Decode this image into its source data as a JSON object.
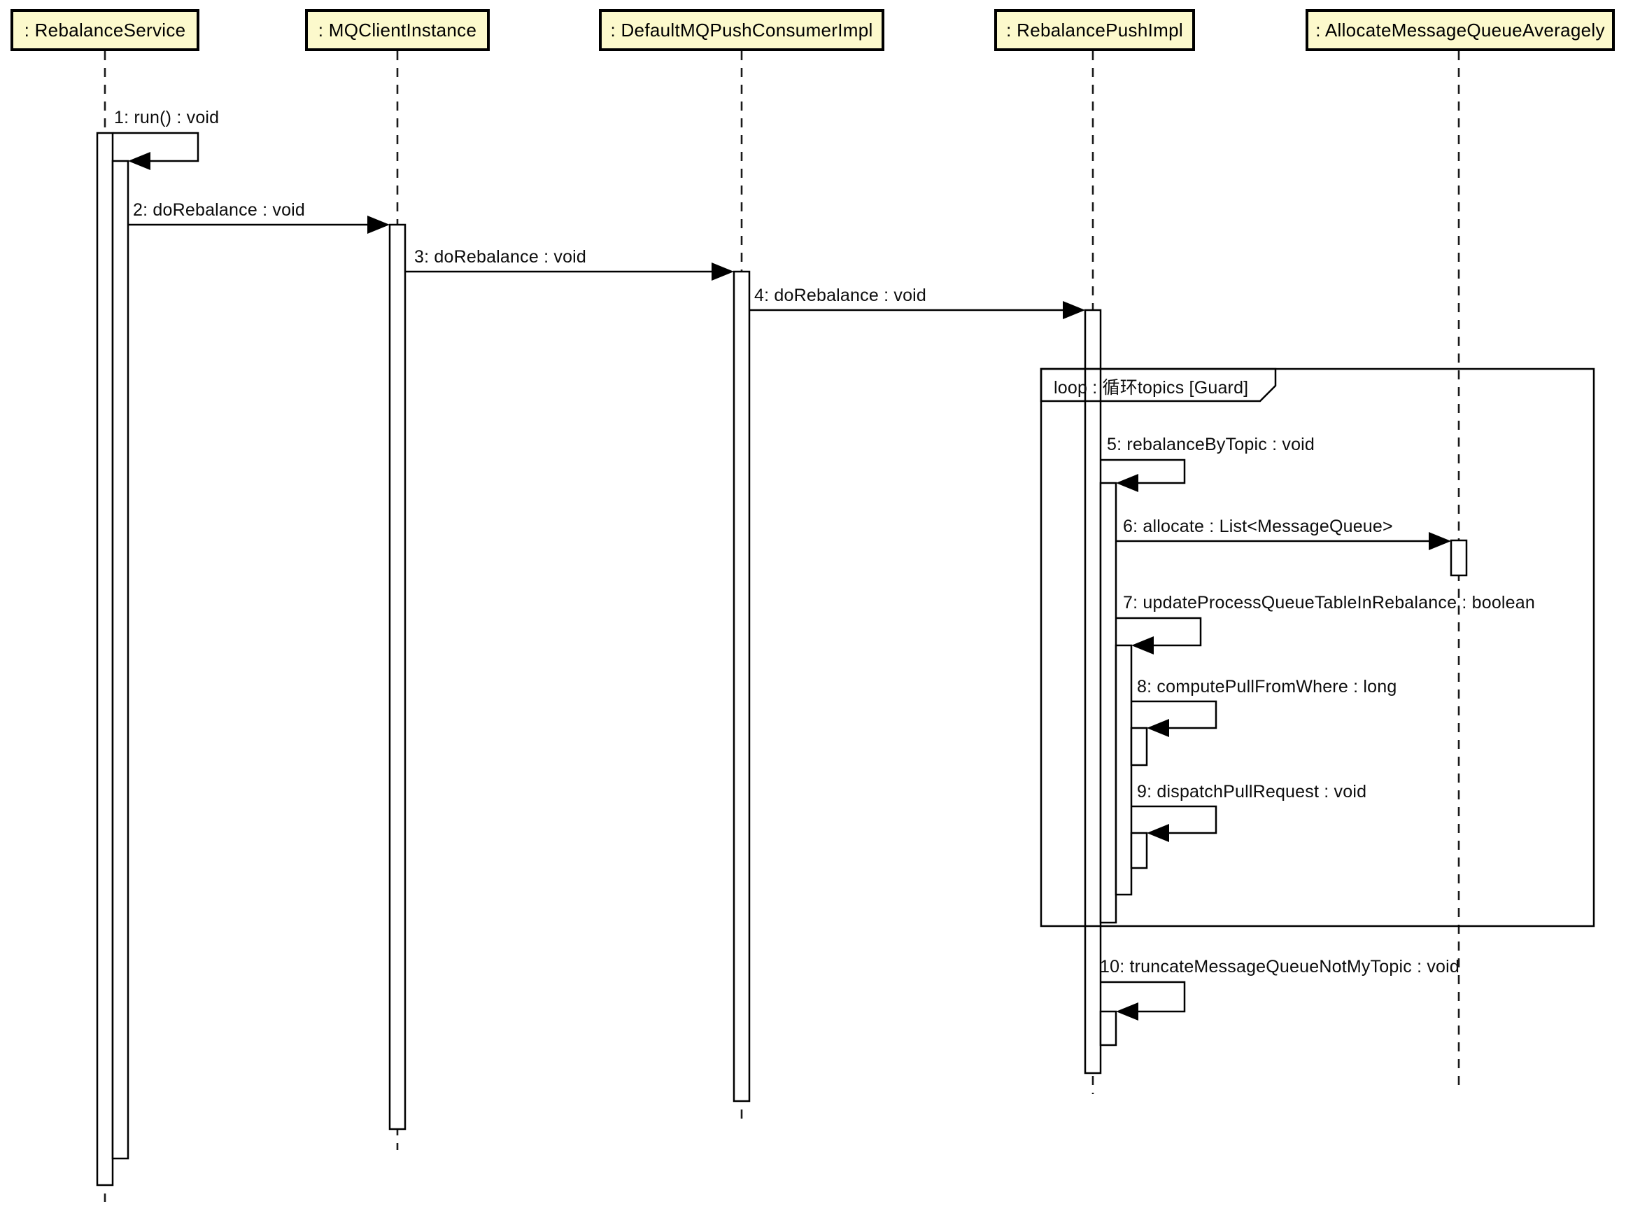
{
  "diagram_type": "uml-sequence-diagram",
  "lifelines": [
    {
      "id": "rebalance-service",
      "label": ": RebalanceService"
    },
    {
      "id": "mq-client-instance",
      "label": ": MQClientInstance"
    },
    {
      "id": "default-mq-push-consumer-impl",
      "label": ": DefaultMQPushConsumerImpl"
    },
    {
      "id": "rebalance-push-impl",
      "label": ": RebalancePushImpl"
    },
    {
      "id": "allocate-message-queue-averagely",
      "label": ": AllocateMessageQueueAveragely"
    }
  ],
  "messages": [
    {
      "seq": 1,
      "label": "1: run() : void",
      "from": "rebalance-service",
      "to": "rebalance-service",
      "kind": "self"
    },
    {
      "seq": 2,
      "label": "2: doRebalance : void",
      "from": "rebalance-service",
      "to": "mq-client-instance",
      "kind": "call"
    },
    {
      "seq": 3,
      "label": "3: doRebalance : void",
      "from": "mq-client-instance",
      "to": "default-mq-push-consumer-impl",
      "kind": "call"
    },
    {
      "seq": 4,
      "label": "4: doRebalance : void",
      "from": "default-mq-push-consumer-impl",
      "to": "rebalance-push-impl",
      "kind": "call"
    },
    {
      "seq": 5,
      "label": "5: rebalanceByTopic : void",
      "from": "rebalance-push-impl",
      "to": "rebalance-push-impl",
      "kind": "self"
    },
    {
      "seq": 6,
      "label": "6: allocate : List<MessageQueue>",
      "from": "rebalance-push-impl",
      "to": "allocate-message-queue-averagely",
      "kind": "call"
    },
    {
      "seq": 7,
      "label": "7: updateProcessQueueTableInRebalance : boolean",
      "from": "rebalance-push-impl",
      "to": "rebalance-push-impl",
      "kind": "self"
    },
    {
      "seq": 8,
      "label": "8: computePullFromWhere : long",
      "from": "rebalance-push-impl",
      "to": "rebalance-push-impl",
      "kind": "self"
    },
    {
      "seq": 9,
      "label": "9: dispatchPullRequest : void",
      "from": "rebalance-push-impl",
      "to": "rebalance-push-impl",
      "kind": "self"
    },
    {
      "seq": 10,
      "label": "10: truncateMessageQueueNotMyTopic : void",
      "from": "rebalance-push-impl",
      "to": "rebalance-push-impl",
      "kind": "self"
    }
  ],
  "fragment": {
    "operator": "loop",
    "operator_label": "loop : 循环topics  [Guard]",
    "contains_messages": [
      5,
      6,
      7,
      8,
      9
    ]
  },
  "colors": {
    "lifeline_head_fill": "#fcf9cc",
    "stroke": "#000000",
    "background": "#ffffff"
  }
}
